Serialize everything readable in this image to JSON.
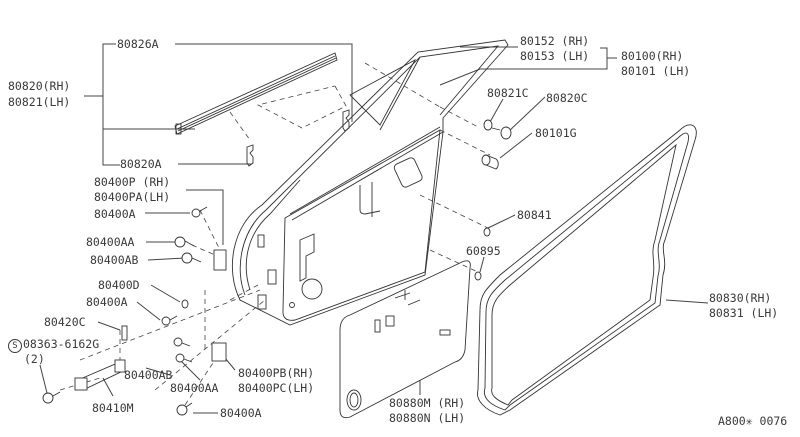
{
  "diagram": {
    "title_code": "A800✳ 0076",
    "parts": {
      "p80826A": "80826A",
      "p80820": "80820(RH)",
      "p80821": "80821(LH)",
      "p80820A": "80820A",
      "p80152": "80152 (RH)",
      "p80153": "80153 (LH)",
      "p80100": "80100(RH)",
      "p80101": "80101 (LH)",
      "p80821C": "80821C",
      "p80820C": "80820C",
      "p80101G": "80101G",
      "p80841": "80841",
      "p60895": "60895",
      "p80830": "80830(RH)",
      "p80831": "80831 (LH)",
      "p80400P": "80400P  (RH)",
      "p80400PA": "80400PA(LH)",
      "p80400A_1": "80400A",
      "p80400AA_1": "80400AA",
      "p80400AB_1": "80400AB",
      "p80400D": "80400D",
      "p80400A_2": "80400A",
      "p80420C": "80420C",
      "p08363": "08363-6162G",
      "p08363_qty": "(2)",
      "p08363_prefix": "S",
      "p80400AB_2": "80400AB",
      "p80400AA_2": "80400AA",
      "p80410M": "80410M",
      "p80400PB": "80400PB(RH)",
      "p80400PC": "80400PC(LH)",
      "p80400A_3": "80400A",
      "p80880M": "80880M (RH)",
      "p80880N": "80880N (LH)"
    }
  }
}
